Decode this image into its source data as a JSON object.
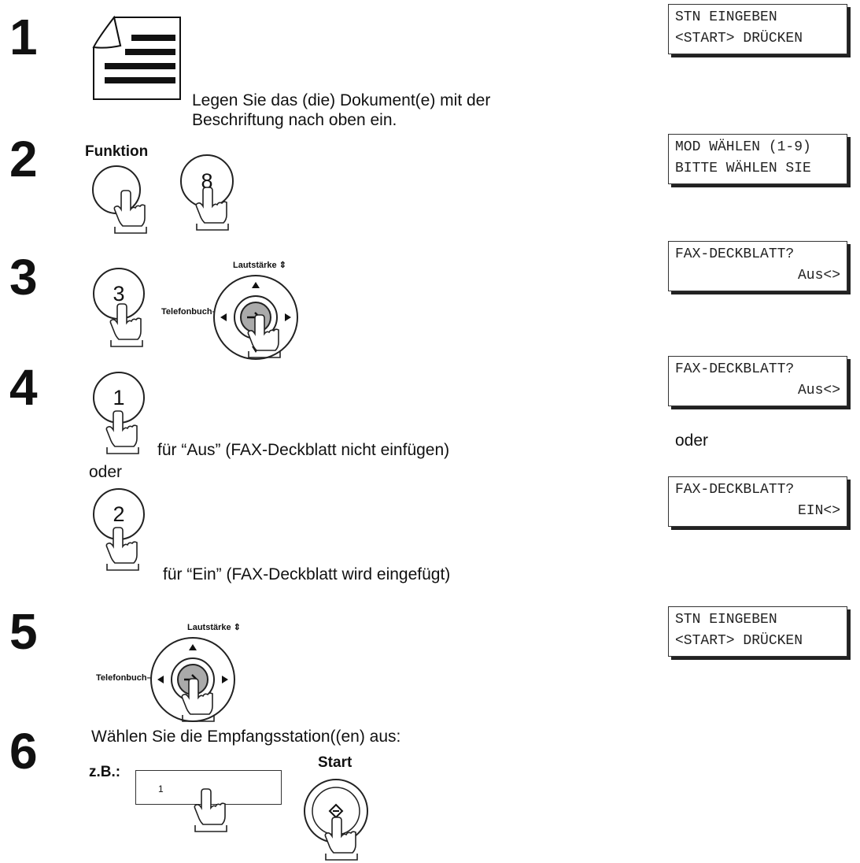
{
  "steps": {
    "s1": {
      "num": "1",
      "text_line1": "Legen Sie das (die) Dokument(e) mit der",
      "text_line2": "Beschriftung nach oben ein."
    },
    "s2": {
      "num": "2",
      "func_label": "Funktion",
      "key": "8"
    },
    "s3": {
      "num": "3",
      "key": "3",
      "volume_label": "Lautstärke",
      "phonebook_label": "Telefonbuch"
    },
    "s4": {
      "num": "4",
      "key1": "1",
      "key1_text": "für “Aus” (FAX-Deckblatt nicht einfügen)",
      "or": "oder",
      "key2": "2",
      "key2_text": "für “Ein” (FAX-Deckblatt wird eingefügt)"
    },
    "s5": {
      "num": "5",
      "volume_label": "Lautstärke",
      "phonebook_label": "Telefonbuch"
    },
    "s6": {
      "num": "6",
      "text": "Wählen Sie die Empfangsstation((en) aus:",
      "example_label": "z.B.:",
      "example_value": "1",
      "start_label": "Start"
    }
  },
  "displays": {
    "d1": {
      "line1": "STN EINGEBEN",
      "line2": "<START> DRÜCKEN"
    },
    "d2": {
      "line1": "MOD WÄHLEN (1-9)",
      "line2": "BITTE WÄHLEN SIE"
    },
    "d3": {
      "line1": "FAX-DECKBLATT?",
      "line2": "Aus<>"
    },
    "d4a": {
      "line1": "FAX-DECKBLATT?",
      "line2": "Aus<>"
    },
    "or": "oder",
    "d4b": {
      "line1": "FAX-DECKBLATT?",
      "line2": "EIN<>"
    },
    "d5": {
      "line1": "STN EINGEBEN",
      "line2": "<START> DRÜCKEN"
    }
  },
  "icons": [
    "document-icon",
    "finger-press-icon",
    "navigation-pad-icon",
    "start-button-icon"
  ]
}
